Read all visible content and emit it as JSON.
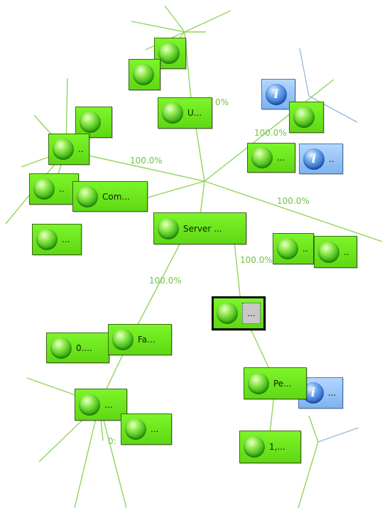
{
  "colors": {
    "edge_green": "#8fd65c",
    "edge_blue": "#99b8de",
    "node_green": "#66dd18",
    "node_info": "#8fbdf2",
    "percent_text": "#72c14a"
  },
  "nodes": {
    "server": "Server ...",
    "u": "U...",
    "com": "Com...",
    "fa": "Fa...",
    "zero_dots": "0....",
    "pe": "Pe...",
    "one_comma": "1,...",
    "ellipsis": "...",
    "dots2": "..",
    "info_icon": "i",
    "blank": ""
  },
  "percent_labels": {
    "p1": "100.0%",
    "p2": "100.0%",
    "p3": "100.0%",
    "p4": "100.0%",
    "p5": "0%",
    "p6": "100.0%",
    "p7": "0:"
  }
}
